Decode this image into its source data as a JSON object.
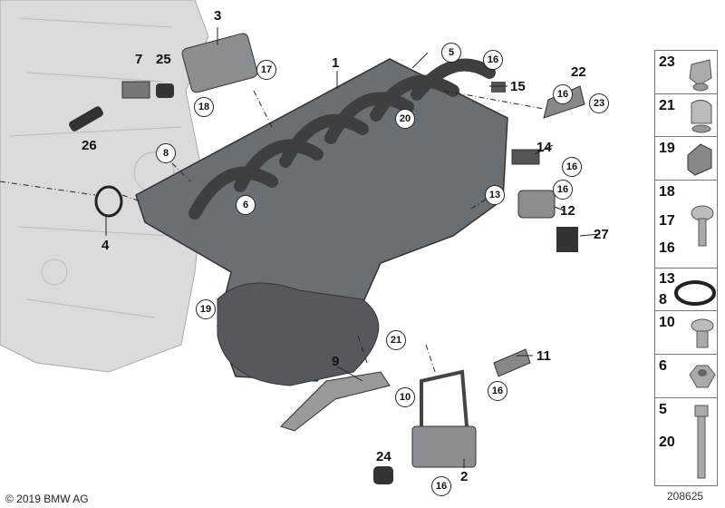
{
  "diagram": {
    "plain_labels": [
      "3",
      "7",
      "25",
      "26",
      "4",
      "1",
      "15",
      "22",
      "14",
      "12",
      "27",
      "9",
      "11",
      "24",
      "2"
    ],
    "circled_labels": [
      "17",
      "18",
      "8",
      "6",
      "5",
      "16",
      "20",
      "16",
      "23",
      "16",
      "13",
      "16",
      "19",
      "21",
      "10",
      "16",
      "16"
    ]
  },
  "parts_panel": [
    {
      "numbers": [
        "23"
      ],
      "icon": "clip-icon"
    },
    {
      "numbers": [
        "21"
      ],
      "icon": "clamp-icon"
    },
    {
      "numbers": [
        "19"
      ],
      "icon": "clip-nut-icon"
    },
    {
      "numbers": [
        "18",
        "17",
        "16"
      ],
      "icon": "torx-screw-icon"
    },
    {
      "numbers": [
        "13",
        "8"
      ],
      "icon": "o-ring-icon"
    },
    {
      "numbers": [
        "10"
      ],
      "icon": "short-screw-icon"
    },
    {
      "numbers": [
        "6"
      ],
      "icon": "hex-nut-icon"
    },
    {
      "numbers": [
        "5",
        "20"
      ],
      "icon": "hex-bolt-icon"
    }
  ],
  "footer": {
    "copyright": "© 2019 BMW AG",
    "reference": "208625"
  },
  "colors": {
    "manifold": "#5a5f63",
    "engine": "#d9dbdc",
    "line": "#222222"
  }
}
